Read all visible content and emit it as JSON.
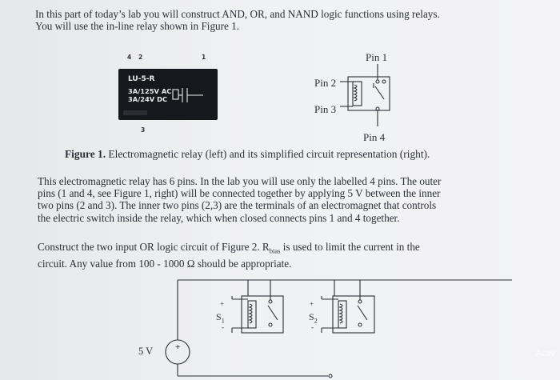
{
  "intro": {
    "line1": "In this part of today’s lab you will construct AND, OR, and NAND logic functions using relays.",
    "line2": "You will use the in-line relay shown in Figure 1."
  },
  "figure1": {
    "relay_photo": {
      "pin_labels_top": [
        "4",
        "2",
        "1"
      ],
      "pin_label_bottom": "3",
      "model": "LU-5-R",
      "rating1": "3A/125V AC",
      "rating2": "3A/24V  DC"
    },
    "schematic": {
      "pin1": "Pin 1",
      "pin2": "Pin 2",
      "pin3": "Pin 3",
      "pin4": "Pin 4"
    },
    "caption_label": "Figure 1.",
    "caption_text": " Electromagnetic relay (left) and its simplified circuit representation (right)."
  },
  "paragraph1": [
    "This electromagnetic relay has 6 pins.  In the lab you will use only the labelled 4 pins.  The outer",
    "pins (1 and 4, see Figure 1, right) will be connected together by applying 5 V between the inner",
    "two pins (2 and 3).  The inner two pins (2,3) are the terminals of an electromagnet that controls",
    "the electric switch inside the relay, which when closed connects pins 1 and 4 together."
  ],
  "paragraph2": {
    "line1_a": "Construct the two input OR logic circuit of Figure 2.  R",
    "line1_sub": "bias",
    "line1_b": " is used to limit the current in the",
    "line2": "circuit.  Any value from 100 - 1000 Ω should be appropriate."
  },
  "figure2": {
    "source_label": "5 V",
    "source_plus": "+",
    "switch1": "S",
    "switch1_sub": "1",
    "switch2": "S",
    "switch2_sub": "2"
  },
  "watermark": "Activ"
}
